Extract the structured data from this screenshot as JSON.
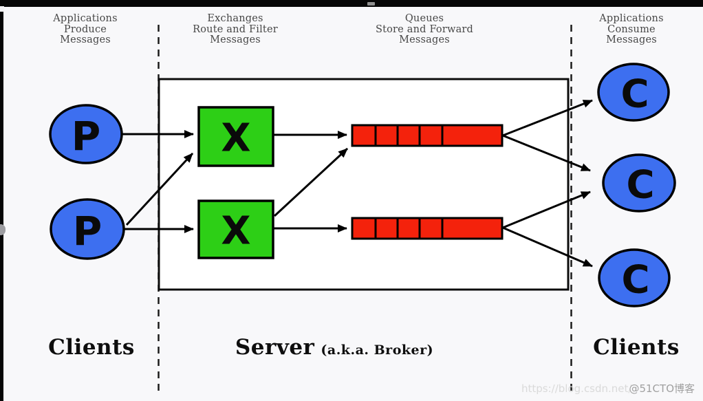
{
  "colors": {
    "node_fill": "#3d6ff0",
    "exchange_fill": "#2dcf16",
    "queue_fill": "#f4220c",
    "stroke": "#000000",
    "server_box_fill": "#ffffff",
    "header_text": "#474747",
    "label_text": "#0e0e0e",
    "watermark_url_color": "#dadada",
    "watermark_badge_color": "#a0a0a0"
  },
  "columns": [
    {
      "id": "producers",
      "header": "Applications\nProduce\nMessages"
    },
    {
      "id": "exchanges",
      "header": "Exchanges\nRoute and Filter\nMessages"
    },
    {
      "id": "queues",
      "header": "Queues\nStore and Forward\nMessages"
    },
    {
      "id": "consumers",
      "header": "Applications\nConsume\nMessages"
    }
  ],
  "nodes": {
    "producers": [
      {
        "label": "P"
      },
      {
        "label": "P"
      }
    ],
    "exchanges": [
      {
        "label": "X"
      },
      {
        "label": "X"
      }
    ],
    "queues": [
      {
        "segments": 5
      },
      {
        "segments": 5
      }
    ],
    "consumers": [
      {
        "label": "C"
      },
      {
        "label": "C"
      },
      {
        "label": "C"
      }
    ]
  },
  "edges": [
    {
      "from": "producer-1",
      "to": "exchange-1"
    },
    {
      "from": "producer-2",
      "to": "exchange-2"
    },
    {
      "from": "producer-2",
      "to": "exchange-1"
    },
    {
      "from": "exchange-1",
      "to": "queue-1"
    },
    {
      "from": "exchange-2",
      "to": "queue-2"
    },
    {
      "from": "exchange-2",
      "to": "queue-1"
    },
    {
      "from": "queue-1",
      "to": "consumer-1"
    },
    {
      "from": "queue-1",
      "to": "consumer-2"
    },
    {
      "from": "queue-2",
      "to": "consumer-2"
    },
    {
      "from": "queue-2",
      "to": "consumer-3"
    }
  ],
  "footer": {
    "clients_left": "Clients",
    "server_title": "Server",
    "server_subtitle": "(a.k.a. Broker)",
    "clients_right": "Clients"
  },
  "watermark": {
    "url_text": "https://blog.csdn.net/",
    "badge_text": "@51CTO博客"
  }
}
